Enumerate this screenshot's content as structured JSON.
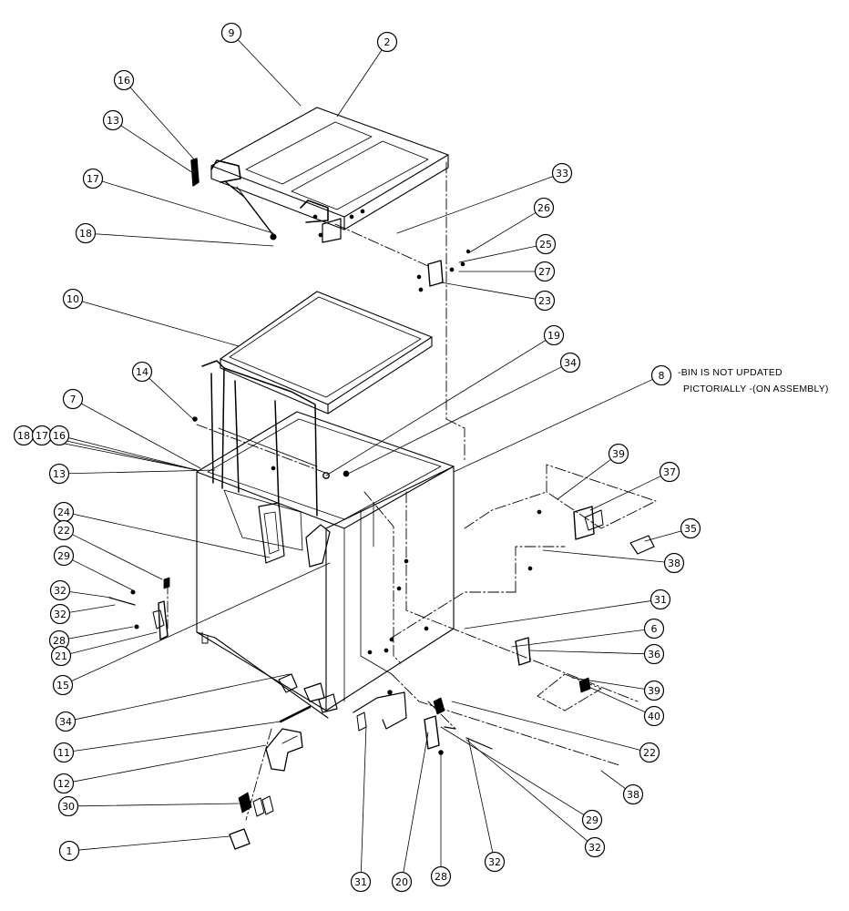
{
  "diagram": {
    "type": "exploded-parts-diagram",
    "line_color": "#000000",
    "background": "#ffffff",
    "note": {
      "line1": "-BIN IS NOT UPDATED",
      "line2": "PICTORIALLY -(ON ASSEMBLY)"
    },
    "callouts": [
      {
        "label": "9"
      },
      {
        "label": "2"
      },
      {
        "label": "16"
      },
      {
        "label": "13"
      },
      {
        "label": "17"
      },
      {
        "label": "18"
      },
      {
        "label": "33"
      },
      {
        "label": "26"
      },
      {
        "label": "25"
      },
      {
        "label": "27"
      },
      {
        "label": "23"
      },
      {
        "label": "10"
      },
      {
        "label": "19"
      },
      {
        "label": "34"
      },
      {
        "label": "14"
      },
      {
        "label": "8"
      },
      {
        "label": "7"
      },
      {
        "label": "18"
      },
      {
        "label": "17"
      },
      {
        "label": "16"
      },
      {
        "label": "39"
      },
      {
        "label": "37"
      },
      {
        "label": "13"
      },
      {
        "label": "35"
      },
      {
        "label": "24"
      },
      {
        "label": "22"
      },
      {
        "label": "38"
      },
      {
        "label": "29"
      },
      {
        "label": "31"
      },
      {
        "label": "32"
      },
      {
        "label": "32"
      },
      {
        "label": "6"
      },
      {
        "label": "28"
      },
      {
        "label": "21"
      },
      {
        "label": "36"
      },
      {
        "label": "15"
      },
      {
        "label": "39"
      },
      {
        "label": "40"
      },
      {
        "label": "34"
      },
      {
        "label": "22"
      },
      {
        "label": "11"
      },
      {
        "label": "12"
      },
      {
        "label": "38"
      },
      {
        "label": "29"
      },
      {
        "label": "30"
      },
      {
        "label": "32"
      },
      {
        "label": "1"
      },
      {
        "label": "31"
      },
      {
        "label": "20"
      },
      {
        "label": "28"
      },
      {
        "label": "32"
      }
    ]
  }
}
